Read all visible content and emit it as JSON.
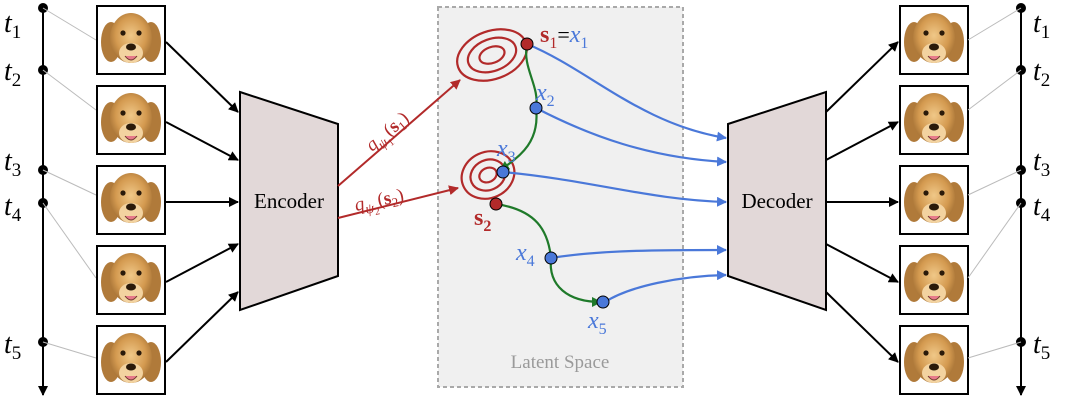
{
  "timeline": {
    "labels": [
      {
        "var": "t",
        "sub": "1"
      },
      {
        "var": "t",
        "sub": "2"
      },
      {
        "var": "t",
        "sub": "3"
      },
      {
        "var": "t",
        "sub": "4"
      },
      {
        "var": "t",
        "sub": "5"
      }
    ]
  },
  "encoder": {
    "label": "Encoder"
  },
  "decoder": {
    "label": "Decoder"
  },
  "latent_space": {
    "label": "Latent Space"
  },
  "posteriors": [
    {
      "q": "q",
      "sub": "ψ",
      "subsub": "1",
      "arg": "s",
      "argsub": "1"
    },
    {
      "q": "q",
      "sub": "ψ",
      "subsub": "2",
      "arg": "s",
      "argsub": "2"
    }
  ],
  "states": {
    "s1": {
      "var": "s",
      "sub": "1",
      "eq": "=",
      "xvar": "x",
      "xsub": "1"
    },
    "s2": {
      "var": "s",
      "sub": "2"
    }
  },
  "latent_points": [
    {
      "var": "x",
      "sub": "2"
    },
    {
      "var": "x",
      "sub": "3"
    },
    {
      "var": "x",
      "sub": "4"
    },
    {
      "var": "x",
      "sub": "5"
    }
  ],
  "colors": {
    "red": "#b22a2a",
    "blue": "#4a78d9",
    "green": "#1f7a2a",
    "box_fill": "#e2d8d8",
    "latent_bg": "#f0f0f0",
    "latent_border": "#a9a9a9",
    "thumb_bg": "#d8a55c"
  },
  "images": {
    "kind": "dog-face-thumbnail"
  }
}
